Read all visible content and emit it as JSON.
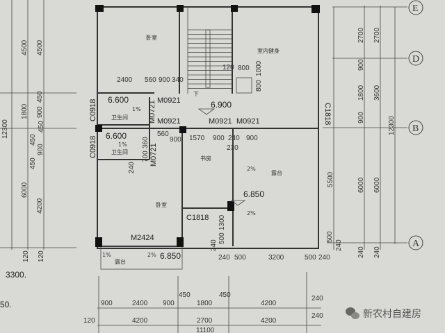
{
  "rooms": {
    "bedroom_top": "卧室",
    "fitness": "室内健身",
    "study": "书房",
    "bedroom_bottom": "卧室",
    "terrace_right": "露台",
    "terrace_bottom": "露台",
    "bath_1": "卫生间",
    "bath_2": "卫生间",
    "stair_down": "下"
  },
  "elevations": {
    "bath_1": "6.600",
    "bath_2": "6.600",
    "corridor": "6.900",
    "terrace_right": "6.850",
    "terrace_bottom": "6.850"
  },
  "slopes": {
    "bath_1": "1%",
    "bath_2": "1%",
    "terrace_right_1": "2%",
    "terrace_right_2": "2%",
    "terrace_bottom": "2%",
    "balcony_side": "1%"
  },
  "openings": {
    "m0921_1": "M0921",
    "m0921_2": "M0921",
    "m0921_3": "M0921",
    "m0921_4": "M0921",
    "m0721_1": "M0721",
    "m0721_2": "M0721",
    "c0918_1": "C0918",
    "c0918_2": "C0918",
    "c1818_right": "C1818",
    "c1818_study": "C1818",
    "m2424": "M2424"
  },
  "axes": {
    "E": "E",
    "D": "D",
    "B": "B",
    "A": "A"
  },
  "dims_right": {
    "c1": [
      "2700",
      "900",
      "1800",
      "900",
      "6000",
      "240"
    ],
    "c2": [
      "2700",
      "3600",
      "6000",
      "240"
    ],
    "c3": "12300",
    "inner": [
      "5500",
      "500",
      "240"
    ]
  },
  "dims_left": {
    "c1": [
      "4500",
      "1800",
      "6000",
      "120"
    ],
    "c2": [
      "4500",
      "450",
      "900",
      "450",
      "450",
      "900",
      "450",
      "4200",
      "120"
    ],
    "total": "12300"
  },
  "dims_bottom": {
    "row1": [
      "900",
      "2400",
      "900",
      "450",
      "1800",
      "450",
      "4200",
      "240"
    ],
    "row2": [
      "120",
      "4200",
      "2700",
      "4200",
      "240"
    ],
    "total": "11100"
  },
  "dims_interior": {
    "top": [
      "2400",
      "560",
      "900",
      "340",
      "120",
      "800",
      "1000",
      "800"
    ],
    "mid": [
      "560",
      "900",
      "1570",
      "900",
      "240",
      "900",
      "230",
      "700",
      "360",
      "240"
    ],
    "bottom": [
      "240",
      "500",
      "3200",
      "500",
      "240",
      "1300",
      "500",
      "240"
    ]
  },
  "notes": [
    "3300.",
    "50."
  ],
  "watermark": "新农村自建房"
}
